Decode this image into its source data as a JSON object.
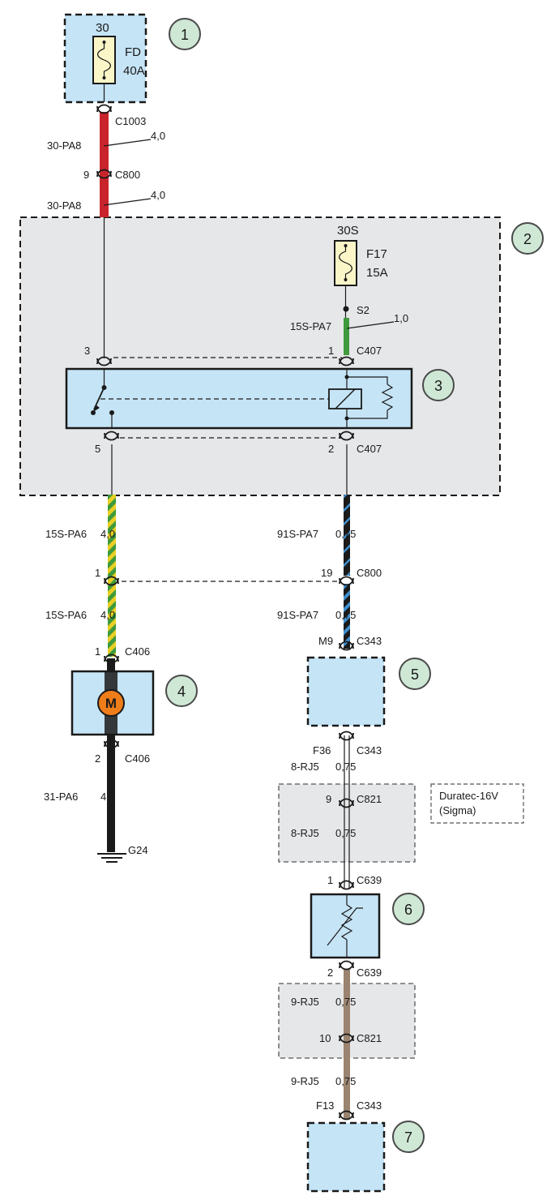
{
  "components": {
    "c1": {
      "badge": "1",
      "terminal": "30",
      "fuse_name": "FD",
      "fuse_rating": "40A"
    },
    "c2": {
      "badge": "2",
      "terminal": "30S",
      "fuse_name": "F17",
      "fuse_rating": "15A",
      "splice": "S2"
    },
    "c3": {
      "badge": "3"
    },
    "c4": {
      "badge": "4",
      "motor_symbol": "M"
    },
    "c5": {
      "badge": "5"
    },
    "c6": {
      "badge": "6"
    },
    "c7": {
      "badge": "7"
    },
    "variant_note": {
      "line1": "Duratec-16V",
      "line2": "(Sigma)"
    }
  },
  "wires": {
    "w1": {
      "code": "30-PA8",
      "gauge": "4,0"
    },
    "w2": {
      "code": "30-PA8",
      "gauge": "4,0"
    },
    "w3": {
      "code": "15S-PA7",
      "gauge": "1,0"
    },
    "w4": {
      "code": "15S-PA6",
      "gauge": "4,0"
    },
    "w5": {
      "code": "15S-PA6",
      "gauge": "4,0"
    },
    "w6": {
      "code": "31-PA6",
      "gauge": "4,0"
    },
    "w7": {
      "code": "91S-PA7",
      "gauge": "0,75"
    },
    "w8": {
      "code": "91S-PA7",
      "gauge": "0,75"
    },
    "w9": {
      "code": "8-RJ5",
      "gauge": "0,75"
    },
    "w10": {
      "code": "8-RJ5",
      "gauge": "0,75"
    },
    "w11": {
      "code": "9-RJ5",
      "gauge": "0,75"
    },
    "w12": {
      "code": "9-RJ5",
      "gauge": "0,75"
    }
  },
  "connectors": {
    "c1003": {
      "name": "C1003"
    },
    "c800_top": {
      "pin": "9",
      "name": "C800"
    },
    "c407_1": {
      "pin": "1",
      "name": "C407"
    },
    "relay_pin3": {
      "pin": "3"
    },
    "relay_pin5": {
      "pin": "5"
    },
    "c407_2": {
      "pin": "2",
      "name": "C407"
    },
    "c800_left": {
      "pin": "1"
    },
    "c800_right": {
      "pin": "19",
      "name": "C800"
    },
    "c406_top": {
      "pin": "1",
      "name": "C406"
    },
    "c406_bot": {
      "pin": "2",
      "name": "C406"
    },
    "c343_top": {
      "pin": "M9",
      "name": "C343"
    },
    "c343_mid": {
      "pin": "F36",
      "name": "C343"
    },
    "c821_top": {
      "pin": "9",
      "name": "C821"
    },
    "c639_top": {
      "pin": "1",
      "name": "C639"
    },
    "c639_bot": {
      "pin": "2",
      "name": "C639"
    },
    "c821_bot": {
      "pin": "10",
      "name": "C821"
    },
    "c343_bot": {
      "pin": "F13",
      "name": "C343"
    }
  },
  "ground": {
    "name": "G24"
  },
  "colors": {
    "wire_red": "#c9242b",
    "wire_green": "#3e9a3c",
    "wire_yellow": "#e8cf23",
    "wire_black": "#1a1a1a",
    "wire_blue": "#3f8fcf",
    "wire_brown": "#9a8470",
    "box_blue": "#c5e4f6",
    "box_grey": "#e6e7e9",
    "badge_green": "#cfe8d6",
    "motor_orange": "#ef7d1a"
  }
}
